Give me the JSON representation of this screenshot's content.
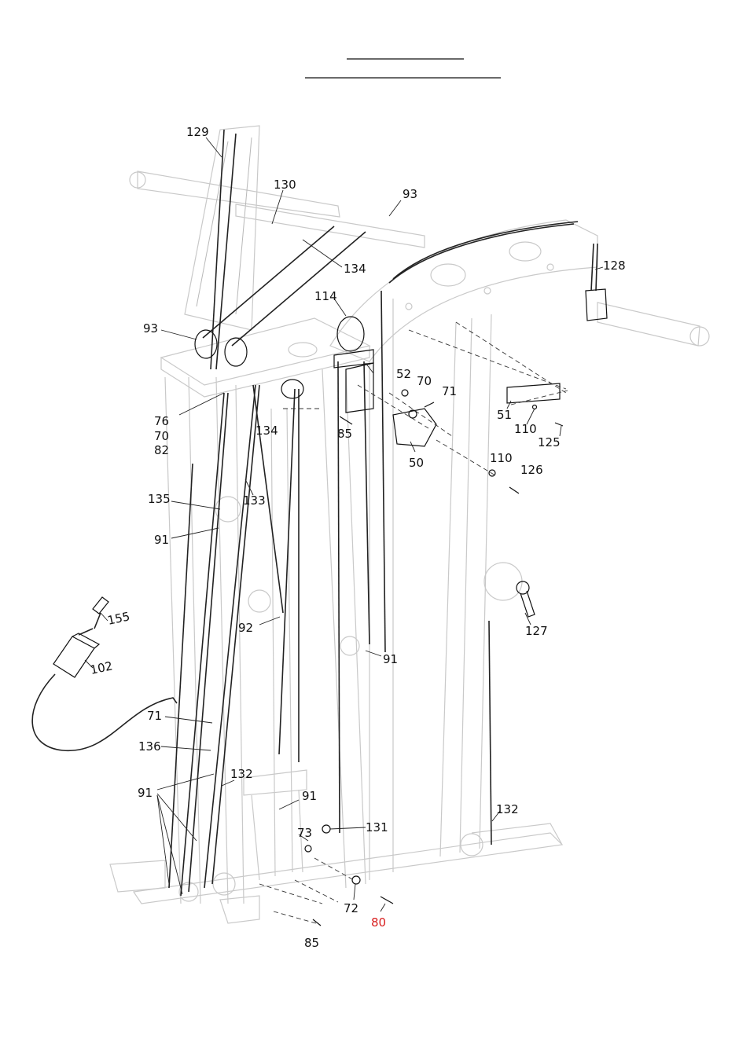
{
  "labels": [
    {
      "id": "129",
      "text": "129"
    },
    {
      "id": "130",
      "text": "130"
    },
    {
      "id": "93a",
      "text": "93"
    },
    {
      "id": "93b",
      "text": "93"
    },
    {
      "id": "134a",
      "text": "134"
    },
    {
      "id": "134b",
      "text": "134"
    },
    {
      "id": "128",
      "text": "128"
    },
    {
      "id": "114",
      "text": "114"
    },
    {
      "id": "52",
      "text": "52"
    },
    {
      "id": "70a",
      "text": "70"
    },
    {
      "id": "70b",
      "text": "70"
    },
    {
      "id": "71a",
      "text": "71"
    },
    {
      "id": "71b",
      "text": "71"
    },
    {
      "id": "76",
      "text": "76"
    },
    {
      "id": "82",
      "text": "82"
    },
    {
      "id": "85a",
      "text": "85"
    },
    {
      "id": "85b",
      "text": "85"
    },
    {
      "id": "51",
      "text": "51"
    },
    {
      "id": "110a",
      "text": "110"
    },
    {
      "id": "110b",
      "text": "110"
    },
    {
      "id": "125",
      "text": "125"
    },
    {
      "id": "126",
      "text": "126"
    },
    {
      "id": "50",
      "text": "50"
    },
    {
      "id": "135",
      "text": "135"
    },
    {
      "id": "133",
      "text": "133"
    },
    {
      "id": "91a",
      "text": "91"
    },
    {
      "id": "91b",
      "text": "91"
    },
    {
      "id": "91c",
      "text": "91"
    },
    {
      "id": "91d",
      "text": "91"
    },
    {
      "id": "92",
      "text": "92"
    },
    {
      "id": "127",
      "text": "127"
    },
    {
      "id": "155",
      "text": "155"
    },
    {
      "id": "102",
      "text": "102"
    },
    {
      "id": "136",
      "text": "136"
    },
    {
      "id": "132a",
      "text": "132"
    },
    {
      "id": "132b",
      "text": "132"
    },
    {
      "id": "73",
      "text": "73"
    },
    {
      "id": "131",
      "text": "131"
    },
    {
      "id": "72",
      "text": "72"
    },
    {
      "id": "80",
      "text": "80"
    }
  ],
  "colors": {
    "highlight_label": "#d81e1e",
    "line": "#222222",
    "ghost": "#c9c9c9"
  }
}
